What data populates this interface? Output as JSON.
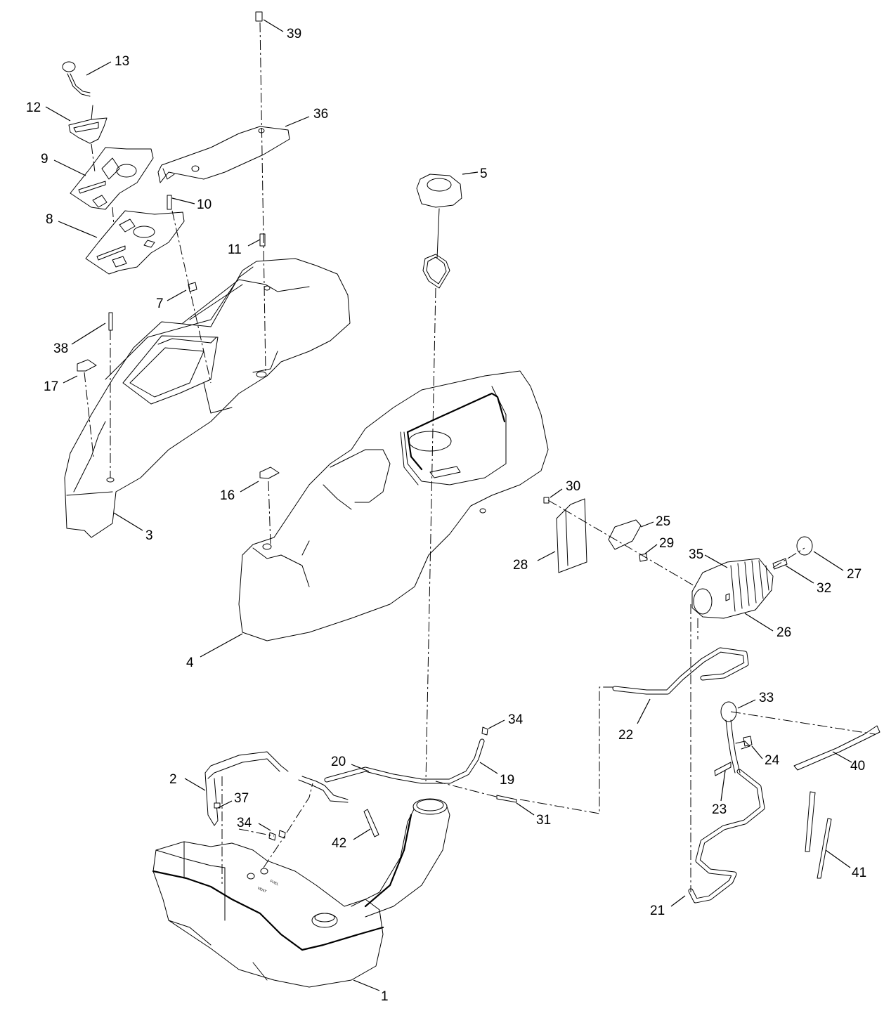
{
  "callouts": [
    {
      "id": "c1",
      "label": "1"
    },
    {
      "id": "c2",
      "label": "2"
    },
    {
      "id": "c3",
      "label": "3"
    },
    {
      "id": "c4",
      "label": "4"
    },
    {
      "id": "c5",
      "label": "5"
    },
    {
      "id": "c7",
      "label": "7"
    },
    {
      "id": "c8",
      "label": "8"
    },
    {
      "id": "c9",
      "label": "9"
    },
    {
      "id": "c10",
      "label": "10"
    },
    {
      "id": "c11",
      "label": "11"
    },
    {
      "id": "c12",
      "label": "12"
    },
    {
      "id": "c13",
      "label": "13"
    },
    {
      "id": "c16",
      "label": "16"
    },
    {
      "id": "c17",
      "label": "17"
    },
    {
      "id": "c19",
      "label": "19"
    },
    {
      "id": "c20",
      "label": "20"
    },
    {
      "id": "c21",
      "label": "21"
    },
    {
      "id": "c22",
      "label": "22"
    },
    {
      "id": "c23",
      "label": "23"
    },
    {
      "id": "c24",
      "label": "24"
    },
    {
      "id": "c25",
      "label": "25"
    },
    {
      "id": "c26",
      "label": "26"
    },
    {
      "id": "c27",
      "label": "27"
    },
    {
      "id": "c28",
      "label": "28"
    },
    {
      "id": "c29",
      "label": "29"
    },
    {
      "id": "c30",
      "label": "30"
    },
    {
      "id": "c31",
      "label": "31"
    },
    {
      "id": "c32",
      "label": "32"
    },
    {
      "id": "c33",
      "label": "33"
    },
    {
      "id": "c34a",
      "label": "34"
    },
    {
      "id": "c34b",
      "label": "34"
    },
    {
      "id": "c35",
      "label": "35"
    },
    {
      "id": "c36",
      "label": "36"
    },
    {
      "id": "c37",
      "label": "37"
    },
    {
      "id": "c38",
      "label": "38"
    },
    {
      "id": "c39",
      "label": "39"
    },
    {
      "id": "c40",
      "label": "40"
    },
    {
      "id": "c41",
      "label": "41"
    },
    {
      "id": "c42",
      "label": "42"
    }
  ],
  "tank_markings": {
    "fuel": "FUEL",
    "vent": "VENT"
  }
}
